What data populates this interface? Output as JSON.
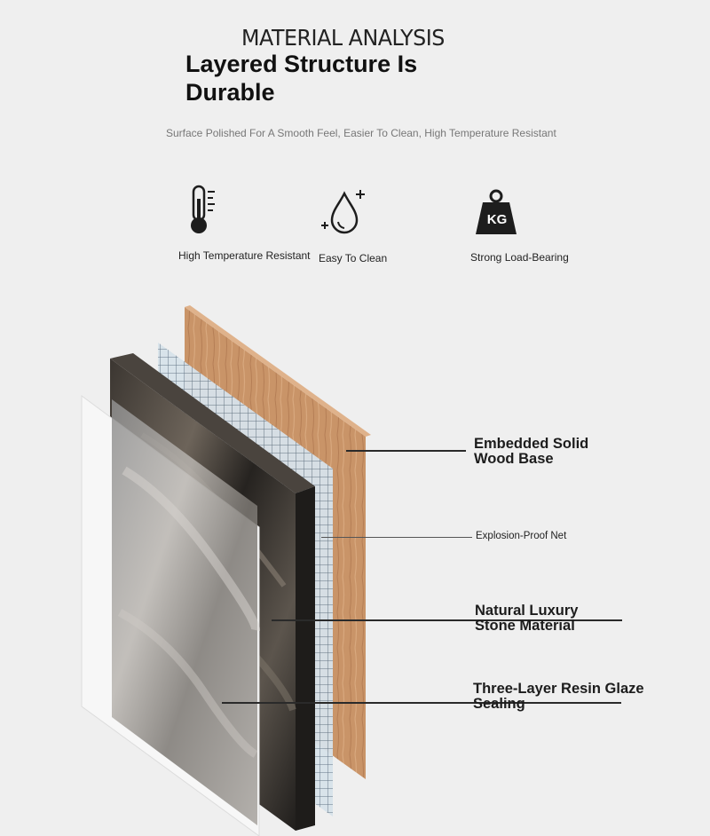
{
  "header": {
    "eyebrow": "MATERIAL ANALYSIS",
    "headline": "Layered Structure Is Durable",
    "subline": "Surface Polished For A Smooth Feel, Easier To Clean, High Temperature Resistant"
  },
  "features": [
    {
      "icon": "thermometer-icon",
      "label": "High Temperature Resistant"
    },
    {
      "icon": "water-drop-icon",
      "label": "Easy To Clean"
    },
    {
      "icon": "weight-kg-icon",
      "label": "Strong Load-Bearing",
      "icon_text": "KG"
    }
  ],
  "layers": [
    {
      "name": "wood-base",
      "label": "Embedded Solid Wood Base"
    },
    {
      "name": "explosion-proof-net",
      "label": "Explosion-Proof Net"
    },
    {
      "name": "stone-material",
      "label": "Natural Luxury Stone Material"
    },
    {
      "name": "resin-glaze",
      "label": "Three-Layer Resin Glaze Sealing"
    }
  ],
  "colors": {
    "background": "#efefef",
    "wood": "#c9946a",
    "net": "#9fb6c9",
    "stone_dark": "#2b2825",
    "resin": "#f6f6f6"
  }
}
